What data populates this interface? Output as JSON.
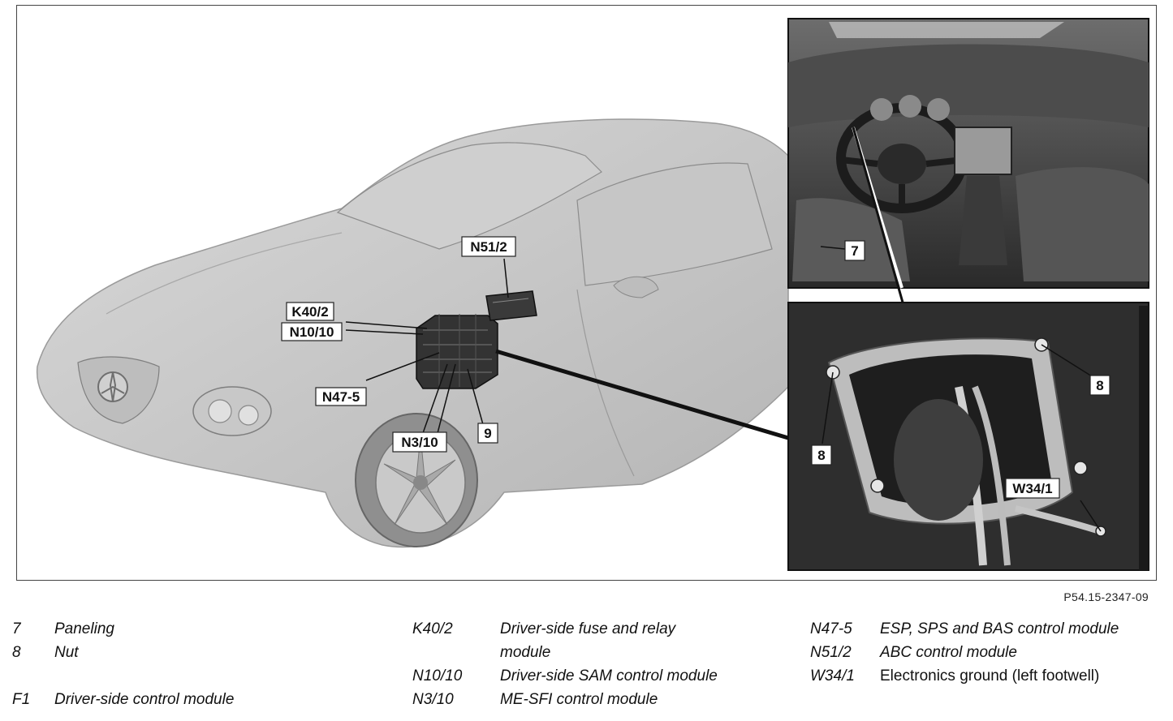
{
  "figure": {
    "reference": "P54.15-2347-09",
    "callouts": {
      "n51_2": "N51/2",
      "k40_2": "K40/2",
      "n10_10": "N10/10",
      "n47_5": "N47-5",
      "n3_10": "N3/10",
      "c9": "9",
      "c7": "7",
      "c8_left": "8",
      "c8_right": "8",
      "w34_1": "W34/1"
    }
  },
  "legend": {
    "col1": [
      {
        "code": "7",
        "desc": "Paneling"
      },
      {
        "code": "8",
        "desc": "Nut"
      },
      {
        "code": "F1",
        "desc": "Driver-side control module"
      }
    ],
    "col2": [
      {
        "code": "K40/2",
        "desc": "Driver-side fuse and relay module"
      },
      {
        "code": "N10/10",
        "desc": "Driver-side SAM control module"
      },
      {
        "code": "N3/10",
        "desc": "ME-SFI control module"
      }
    ],
    "col3": [
      {
        "code": "N47-5",
        "desc": "ESP, SPS and BAS control module"
      },
      {
        "code": "N51/2",
        "desc": "ABC control module"
      },
      {
        "code": "W34/1",
        "desc": "Electronics ground (left footwell)"
      }
    ]
  }
}
